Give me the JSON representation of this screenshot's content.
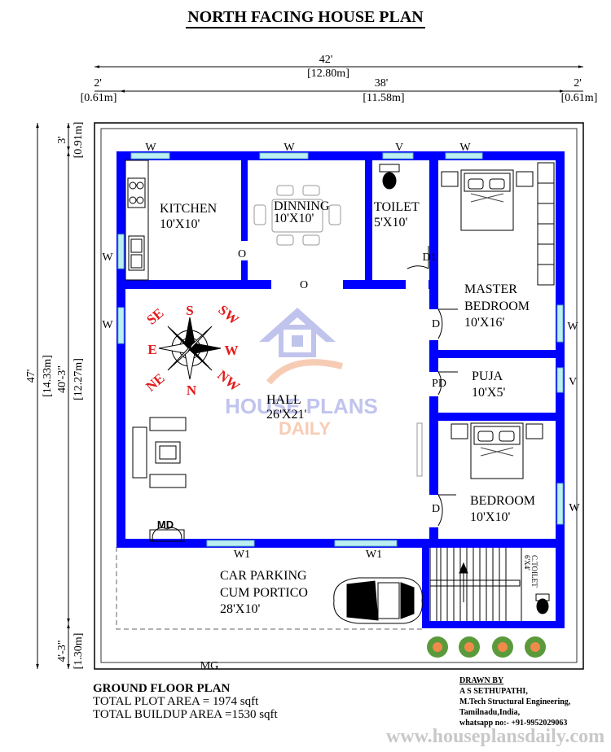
{
  "title": "NORTH FACING HOUSE PLAN",
  "dimensions": {
    "total_width": "42'",
    "total_width_m": "[12.80m]",
    "left_margin": "2'",
    "left_margin_m": "[0.61m]",
    "inner_width": "38'",
    "inner_width_m": "[11.58m]",
    "right_margin": "2'",
    "right_margin_m": "[0.61m]",
    "top_margin": "3'",
    "top_margin_m": "[0.91m]",
    "total_depth": "47'",
    "total_depth_m": "[14.33m]",
    "inner_depth": "40'-3\"",
    "inner_depth_m": "[12.27m]",
    "bottom_margin": "4'-3\"",
    "bottom_margin_m": "[1.30m]"
  },
  "rooms": {
    "kitchen": {
      "name": "KITCHEN",
      "size": "10'X10'"
    },
    "dinning": {
      "name": "DINNING",
      "size": "10'X10'"
    },
    "toilet": {
      "name": "TOILET",
      "size": "5'X10'"
    },
    "master": {
      "name1": "MASTER",
      "name2": "BEDROOM",
      "size": "10'X16'"
    },
    "hall": {
      "name": "HALL",
      "size": "26'X21'"
    },
    "puja": {
      "name": "PUJA",
      "size": "10'X5'"
    },
    "bedroom": {
      "name": "BEDROOM",
      "size": "10'X10'"
    },
    "parking": {
      "name1": "CAR PARKING",
      "name2": "CUM PORTICO",
      "size": "28'X10'"
    },
    "ctoilet": {
      "name": "C.TOILET",
      "size": "6'X4'"
    }
  },
  "labels": {
    "w": "W",
    "v": "V",
    "o": "O",
    "d": "D",
    "d1": "D1",
    "pd": "PD",
    "w1": "W1",
    "md": "MD",
    "mg": "MG"
  },
  "compass": {
    "n": "N",
    "s": "S",
    "e": "E",
    "w": "W",
    "ne": "NE",
    "nw": "NW",
    "se": "SE",
    "sw": "SW"
  },
  "watermark": {
    "line1": "HOUSE PLANS",
    "line2": "DAILY"
  },
  "ground_floor": {
    "heading": "GROUND FLOOR PLAN",
    "plot_area": "TOTAL PLOT AREA = 1974 sqft",
    "buildup_area": "TOTAL BUILDUP AREA =1530 sqft"
  },
  "credits": {
    "heading": "DRAWN BY",
    "name": "A S SETHUPATHI,",
    "qualification": "M.Tech Structural Engineering,",
    "location": "Tamilnadu,India,",
    "whatsapp": "whatsapp no:- +91-9952029063"
  },
  "website": "www.houseplansdaily.com",
  "colors": {
    "wall": "#0000ff",
    "window": "#bdeff2",
    "compass_text": "#e21b1b",
    "watermark": "#8e95e0"
  }
}
